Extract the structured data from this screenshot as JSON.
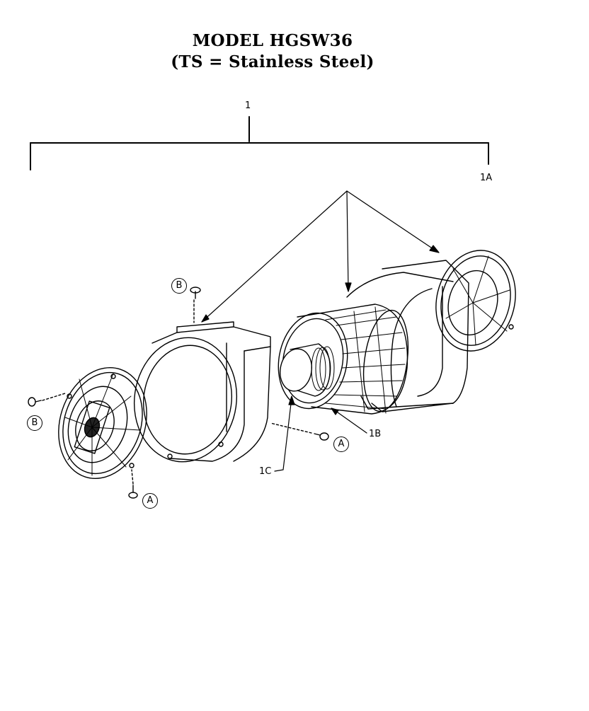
{
  "header": {
    "title": "MODEL HGSW36",
    "subtitle": "(TS = Stainless Steel)"
  },
  "labels": {
    "assembly": "1",
    "housing": "1A",
    "wheel": "1B",
    "motor": "1C"
  },
  "callouts": {
    "screw_a": "A",
    "screw_b": "B"
  }
}
